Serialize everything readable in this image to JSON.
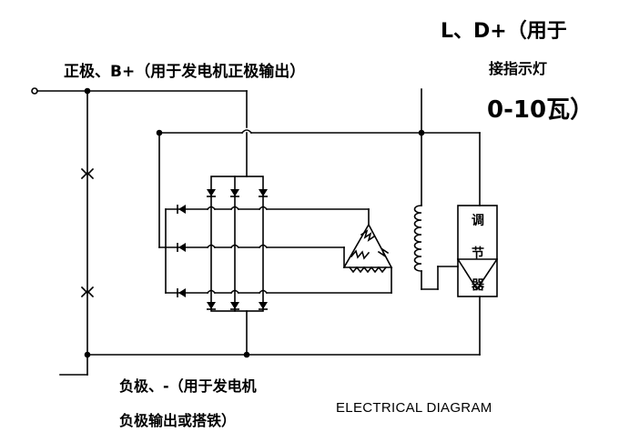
{
  "labels": {
    "positive": "正极、B+（用于发电机正极输出）",
    "ld": "L、D+（用于",
    "indicator": "接指示灯",
    "watt": "0-10瓦）",
    "negative_line1": "负极、-（用于发电机",
    "negative_line2": "负极输出或搭铁）",
    "caption": "ELECTRICAL DIAGRAM"
  },
  "regulator": {
    "chars": [
      "调",
      "节",
      "器"
    ]
  },
  "colors": {
    "line": "#000000",
    "background": "#ffffff"
  }
}
